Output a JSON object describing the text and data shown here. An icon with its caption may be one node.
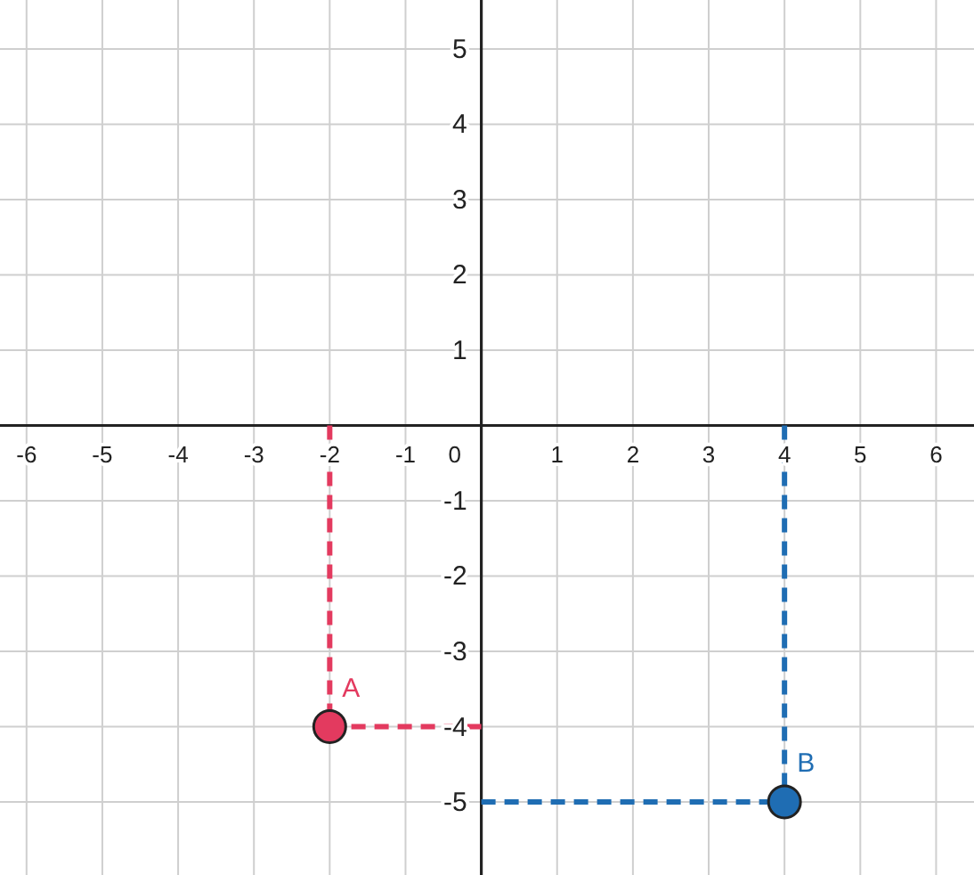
{
  "diagram": {
    "labels": [
      "0"
    ],
    "chart_data": {
      "type": "scatter",
      "x": [
        -2,
        4
      ],
      "series": [
        {
          "name": "A",
          "color": "#e33a5f",
          "values": [
            -4,
            null
          ]
        },
        {
          "name": "B",
          "color": "#1f6db3",
          "values": [
            null,
            -5
          ]
        }
      ],
      "xlim": [
        -6.35,
        6.5
      ],
      "ylim": [
        -5.97,
        5.65
      ],
      "xticks": [
        -6,
        -5,
        -4,
        -3,
        -2,
        -1,
        1,
        2,
        3,
        4,
        5,
        6
      ],
      "yticks": [
        -5,
        -4,
        -3,
        -2,
        -1,
        1,
        2,
        3,
        4,
        5
      ],
      "ref_lines": [
        {
          "axis": "x",
          "value": -2,
          "color": "#e33a5f"
        },
        {
          "axis": "y",
          "value": -4,
          "color": "#e33a5f"
        },
        {
          "axis": "x",
          "value": 4,
          "color": "#1f6db3"
        },
        {
          "axis": "y",
          "value": -5,
          "color": "#1f6db3"
        }
      ],
      "grid": true
    }
  }
}
